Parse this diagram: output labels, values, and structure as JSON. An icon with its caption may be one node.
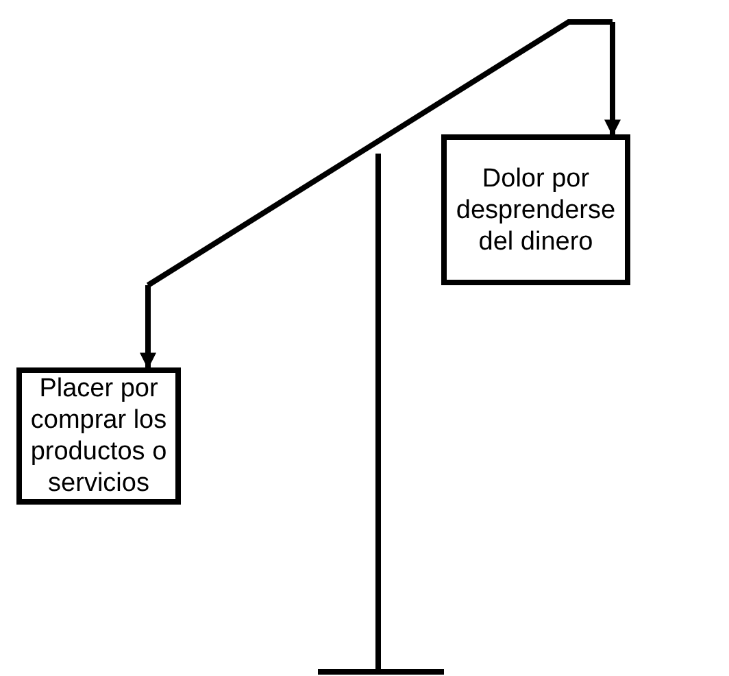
{
  "diagram": {
    "nodes": [
      {
        "text": [
          "Dolor por desprenderse del dinero"
        ]
      },
      {
        "text": [
          "Placer por comprar los productos o servicios"
        ]
      }
    ],
    "edges": [
      {
        "from": null,
        "to": 0,
        "arrow": "to"
      },
      {
        "from": null,
        "to": 1,
        "arrow": "to"
      }
    ]
  }
}
